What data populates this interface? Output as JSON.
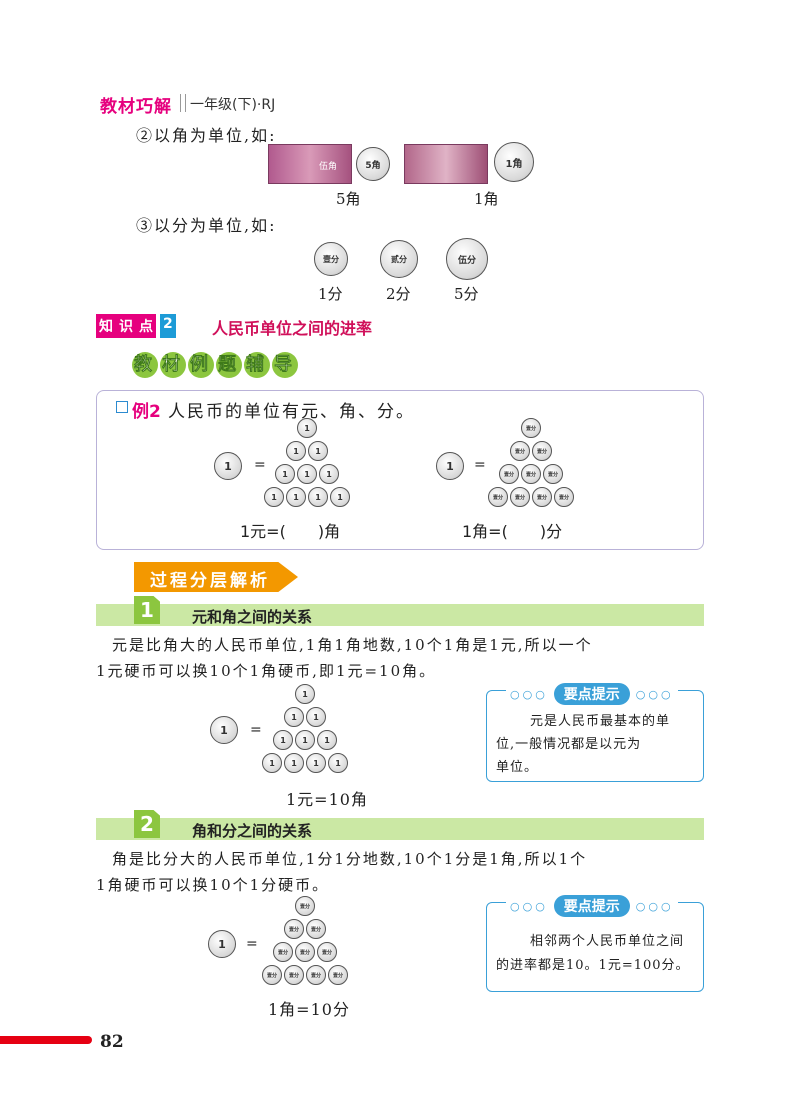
{
  "header": {
    "brand": "教材巧解",
    "grade": "一年级(下)·RJ"
  },
  "intro": {
    "line_jiao": "②以角为单位,如:",
    "caption_5jiao": "5角",
    "caption_1jiao": "1角",
    "note1_text": "伍角",
    "coin_5jiao": "5角",
    "coin_1jiao": "1角",
    "line_fen": "③以分为单位,如:",
    "caption_1fen": "1分",
    "caption_2fen": "2分",
    "caption_5fen": "5分",
    "coin_1fen": "壹分",
    "coin_2fen": "贰分",
    "coin_5fen": "伍分"
  },
  "knowledge_point": {
    "tag_chars": [
      "知",
      "识",
      "点",
      "2"
    ],
    "title": "人民币单位之间的进率"
  },
  "example_banner": [
    "教",
    "材",
    "例",
    "题",
    "辅",
    "导"
  ],
  "example": {
    "label": "例2",
    "text": "人民币的单位有元、角、分。",
    "left_caption": "1元=(　　)角",
    "right_caption": "1角=(　　)分",
    "equals": "="
  },
  "process_banner": "过程分层解析",
  "section1": {
    "number": "1",
    "title": "元和角之间的关系",
    "para_line1": "元是比角大的人民币单位,1角1角地数,10个1角是1元,所以一个",
    "para_line2": "1元硬币可以换10个1角硬币,即1元=10角。",
    "caption": "1元=10角",
    "tip_head": "要点提示",
    "tip_line1": "元是人民币最基本的单",
    "tip_line2": "位,一般情况都是以元为",
    "tip_line3": "单位。"
  },
  "section2": {
    "number": "2",
    "title": "角和分之间的关系",
    "para_line1": "角是比分大的人民币单位,1分1分地数,10个1分是1角,所以1个",
    "para_line2": "1角硬币可以换10个1分硬币。",
    "caption": "1角=10分",
    "tip_head": "要点提示",
    "tip_line1": "相邻两个人民币单位之间",
    "tip_line2": "的进率都是10。1元=100分。"
  },
  "coin_faces": {
    "yuan": "1",
    "jiao": "1",
    "fen": "壹分"
  },
  "footer": {
    "page_number": "82"
  },
  "colors": {
    "brand": "#e6007e",
    "kp_tag": "#e6007e",
    "green_banner": "#8cc63f",
    "section_bar": "#cbe8a4",
    "orange_banner": "#f39800",
    "tip_blue": "#3aa0d8",
    "footer_red": "#e60012"
  }
}
